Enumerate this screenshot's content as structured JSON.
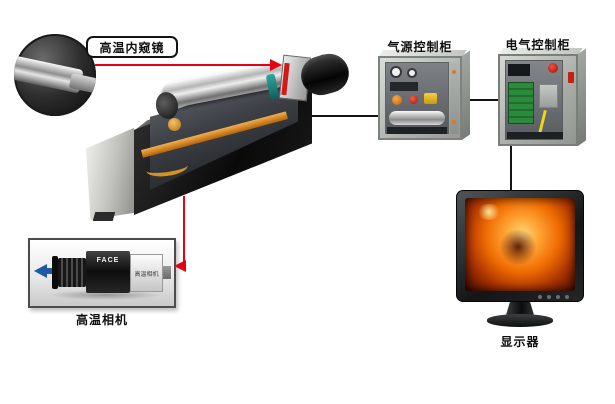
{
  "diagram": {
    "endoscope": {
      "label": "高温内窥镜"
    },
    "air_cabinet": {
      "label": "气源控制柜"
    },
    "electric_cabinet": {
      "label": "电气控制柜"
    },
    "camera": {
      "label": "高温相机",
      "brand_text": "FACE",
      "body_text": "高温相机"
    },
    "monitor": {
      "label": "显示器"
    }
  },
  "icons": {
    "red_flow_arrow": "solid-triangle-right",
    "red_camera_arrow": "solid-triangle-left",
    "blue_direction_arrow": "solid-triangle-left"
  },
  "colors": {
    "connector_line": "#141414",
    "highlight_red": "#e60012",
    "arrow_blue": "#2058a8",
    "cabinet_gray": "#c0c4c0",
    "screen_fire_orange": "#ef6b02",
    "rail_orange": "#d98a2b",
    "pcb_green": "#2c8a3c"
  }
}
